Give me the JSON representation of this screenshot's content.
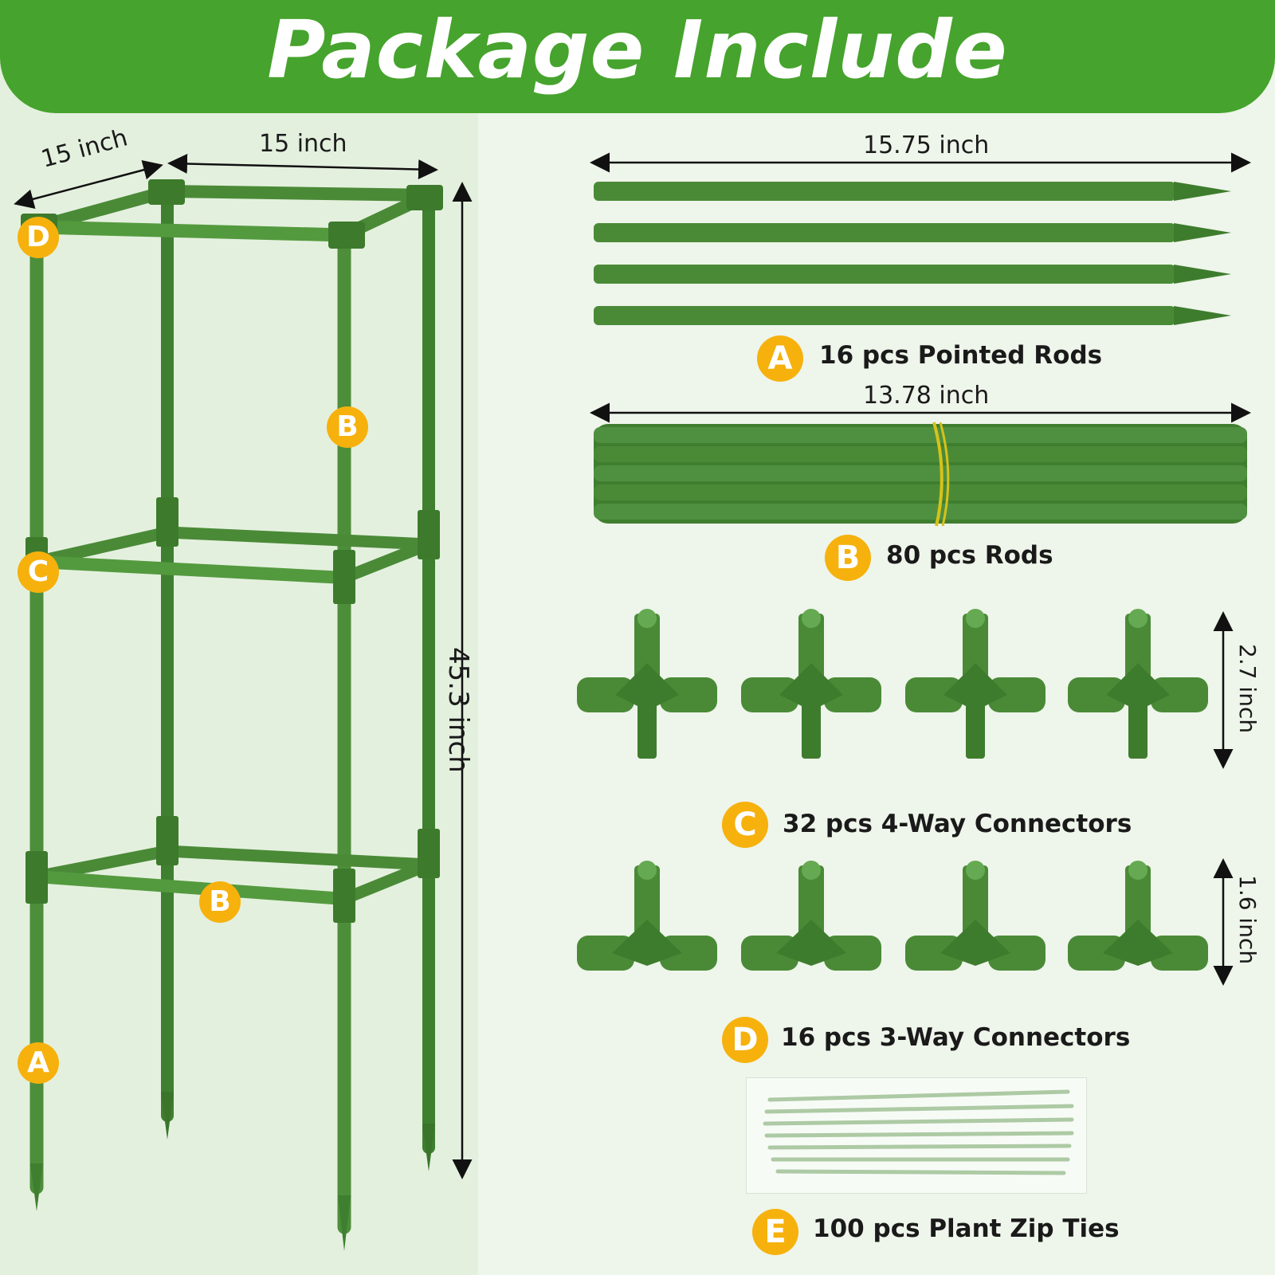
{
  "header": {
    "title": "Package Include"
  },
  "trellis": {
    "dim_depth": "15 inch",
    "dim_width": "15 inch",
    "dim_height": "45.3 inch",
    "badges": [
      "D",
      "B",
      "C",
      "B",
      "A"
    ]
  },
  "items": [
    {
      "letter": "A",
      "label": "16 pcs Pointed Rods",
      "dimension": "15.75 inch"
    },
    {
      "letter": "B",
      "label": "80 pcs Rods",
      "dimension": "13.78 inch"
    },
    {
      "letter": "C",
      "label": "32 pcs 4-Way Connectors",
      "dimension": "2.7 inch"
    },
    {
      "letter": "D",
      "label": "16 pcs 3-Way Connectors",
      "dimension": "1.6 inch"
    },
    {
      "letter": "E",
      "label": "100 pcs Plant Zip Ties"
    }
  ],
  "colors": {
    "banner": "#46a32d",
    "rod": "#4d8e3a",
    "badge": "#f6b10c"
  }
}
